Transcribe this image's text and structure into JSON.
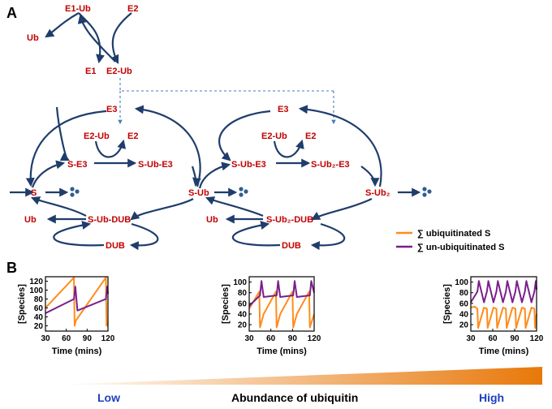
{
  "panel_a": {
    "letter": "A"
  },
  "panel_b": {
    "letter": "B"
  },
  "nodes": {
    "e1ub": "E1-Ub",
    "e2_top": "E2",
    "ub_top": "Ub",
    "e1": "E1",
    "e2ub_top": "E2-Ub",
    "e3_left": "E3",
    "e3_right": "E3",
    "e2ub_left": "E2-Ub",
    "e2_left": "E2",
    "e2ub_right": "E2-Ub",
    "e2_right": "E2",
    "s_e3": "S-E3",
    "s_ub_e3": "S-Ub-E3",
    "s_ub_e3_b": "S-Ub-E3",
    "s_ub2_e3": "S-Ub₂-E3",
    "s": "S",
    "s_ub": "S-Ub",
    "s_ub2": "S-Ub₂",
    "ub_left": "Ub",
    "s_ub_dub": "S-Ub-DUB",
    "ub_mid": "Ub",
    "s_ub2_dub": "S-Ub₂-DUB",
    "dub_left": "DUB",
    "dub_right": "DUB"
  },
  "legend": {
    "items": [
      {
        "label": "∑ ubiquitinated S",
        "color": "#ff8c1a"
      },
      {
        "label": "∑ un-ubiquitinated S",
        "color": "#7b1f8c"
      }
    ]
  },
  "colors": {
    "ubiquitinated": "#ff8c1a",
    "unubiquitinated": "#7b1f8c",
    "arrow": "#1f3d6b",
    "node": "#c00000",
    "scale_label": "#1f3fbf"
  },
  "chart_data": [
    {
      "type": "line",
      "ylabel": "[Species]",
      "xlabel": "Time (mins)",
      "xlim": [
        30,
        120
      ],
      "ylim": [
        8,
        130
      ],
      "xticks": [
        "30",
        "60",
        "90",
        "120"
      ],
      "xtick_values": [
        30,
        60,
        90,
        120
      ],
      "yticks": [
        "20",
        "40",
        "60",
        "80",
        "100",
        "120"
      ],
      "ytick_values": [
        20,
        40,
        60,
        80,
        100,
        120
      ],
      "series": [
        {
          "color": "#ff8c1a",
          "x": [
            30,
            71,
            72,
            74,
            117,
            118,
            120
          ],
          "y": [
            60,
            128,
            20,
            32,
            128,
            20,
            28
          ]
        },
        {
          "color": "#7b1f8c",
          "x": [
            30,
            71,
            73,
            76,
            117,
            119,
            120
          ],
          "y": [
            48,
            80,
            108,
            54,
            80,
            108,
            92
          ]
        }
      ]
    },
    {
      "type": "line",
      "ylabel": "[Species]",
      "xlabel": "Time (mins)",
      "xlim": [
        30,
        120
      ],
      "ylim": [
        8,
        110
      ],
      "xticks": [
        "30",
        "60",
        "90",
        "120"
      ],
      "xtick_values": [
        30,
        60,
        90,
        120
      ],
      "yticks": [
        "20",
        "40",
        "60",
        "80",
        "100"
      ],
      "ytick_values": [
        20,
        40,
        60,
        80,
        100
      ],
      "series": [
        {
          "color": "#ff8c1a",
          "x": [
            30,
            44,
            45,
            50,
            67,
            68,
            73,
            90,
            91,
            96,
            113,
            114,
            120
          ],
          "y": [
            50,
            82,
            15,
            40,
            82,
            15,
            40,
            82,
            15,
            40,
            82,
            15,
            40
          ]
        },
        {
          "color": "#7b1f8c",
          "x": [
            30,
            45,
            47,
            50,
            68,
            70,
            73,
            91,
            93,
            96,
            114,
            116,
            120
          ],
          "y": [
            55,
            75,
            102,
            72,
            75,
            102,
            72,
            75,
            102,
            72,
            75,
            102,
            80
          ]
        }
      ]
    },
    {
      "type": "line",
      "ylabel": "[Species]",
      "xlabel": "Time (mins)",
      "xlim": [
        30,
        120
      ],
      "ylim": [
        8,
        110
      ],
      "xticks": [
        "30",
        "60",
        "90",
        "120"
      ],
      "xtick_values": [
        30,
        60,
        90,
        120
      ],
      "yticks": [
        "20",
        "40",
        "60",
        "80",
        "100"
      ],
      "ytick_values": [
        20,
        40,
        60,
        80,
        100
      ],
      "series": [
        {
          "color": "#ff8c1a",
          "x": [
            30,
            35,
            39,
            40,
            48,
            52,
            53,
            61,
            65,
            66,
            74,
            78,
            79,
            87,
            91,
            92,
            100,
            104,
            105,
            113,
            117,
            118,
            120
          ],
          "y": [
            52,
            54,
            50,
            14,
            52,
            50,
            14,
            52,
            50,
            14,
            52,
            50,
            14,
            52,
            50,
            14,
            52,
            50,
            14,
            52,
            50,
            14,
            40
          ]
        },
        {
          "color": "#7b1f8c",
          "x": [
            30,
            39,
            41,
            48,
            52,
            54,
            61,
            65,
            67,
            74,
            78,
            80,
            87,
            91,
            93,
            100,
            104,
            106,
            113,
            117,
            119,
            120
          ],
          "y": [
            62,
            82,
            102,
            62,
            82,
            102,
            62,
            82,
            102,
            62,
            82,
            102,
            62,
            82,
            102,
            62,
            82,
            102,
            62,
            82,
            102,
            86
          ]
        }
      ]
    }
  ],
  "scale": {
    "low": "Low",
    "label": "Abundance of ubiquitin",
    "high": "High",
    "colors": [
      "#ffffff",
      "#e8780a"
    ]
  }
}
